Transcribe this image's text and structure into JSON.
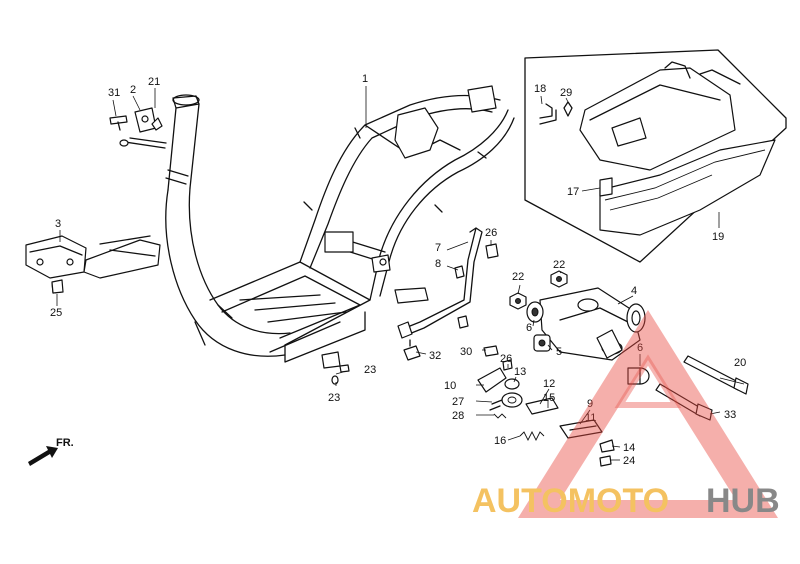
{
  "diagram": {
    "callouts": {
      "c1": "1",
      "c2": "2",
      "c3": "3",
      "c4": "4",
      "c5": "5",
      "c6a": "6",
      "c6b": "6",
      "c7": "7",
      "c8": "8",
      "c9": "9",
      "c10": "10",
      "c11": "11",
      "c12": "12",
      "c13": "13",
      "c14": "14",
      "c15": "15",
      "c16": "16",
      "c17": "17",
      "c18": "18",
      "c19": "19",
      "c20": "20",
      "c21": "21",
      "c22a": "22",
      "c22b": "22",
      "c23a": "23",
      "c23b": "23",
      "c24": "24",
      "c25": "25",
      "c26a": "26",
      "c26b": "26",
      "c27": "27",
      "c28": "28",
      "c29": "29",
      "c30": "30",
      "c31": "31",
      "c32": "32",
      "c33": "33"
    },
    "direction_label": "FR.",
    "colors": {
      "line": "#111111",
      "background": "#ffffff"
    }
  },
  "watermark": {
    "brand_part1": "AUTOMOTO",
    "brand_part2": "HUB",
    "colors": {
      "triangle": "#e8483f",
      "brand1": "#f2b33a",
      "brand2": "#6b6b6b"
    }
  }
}
